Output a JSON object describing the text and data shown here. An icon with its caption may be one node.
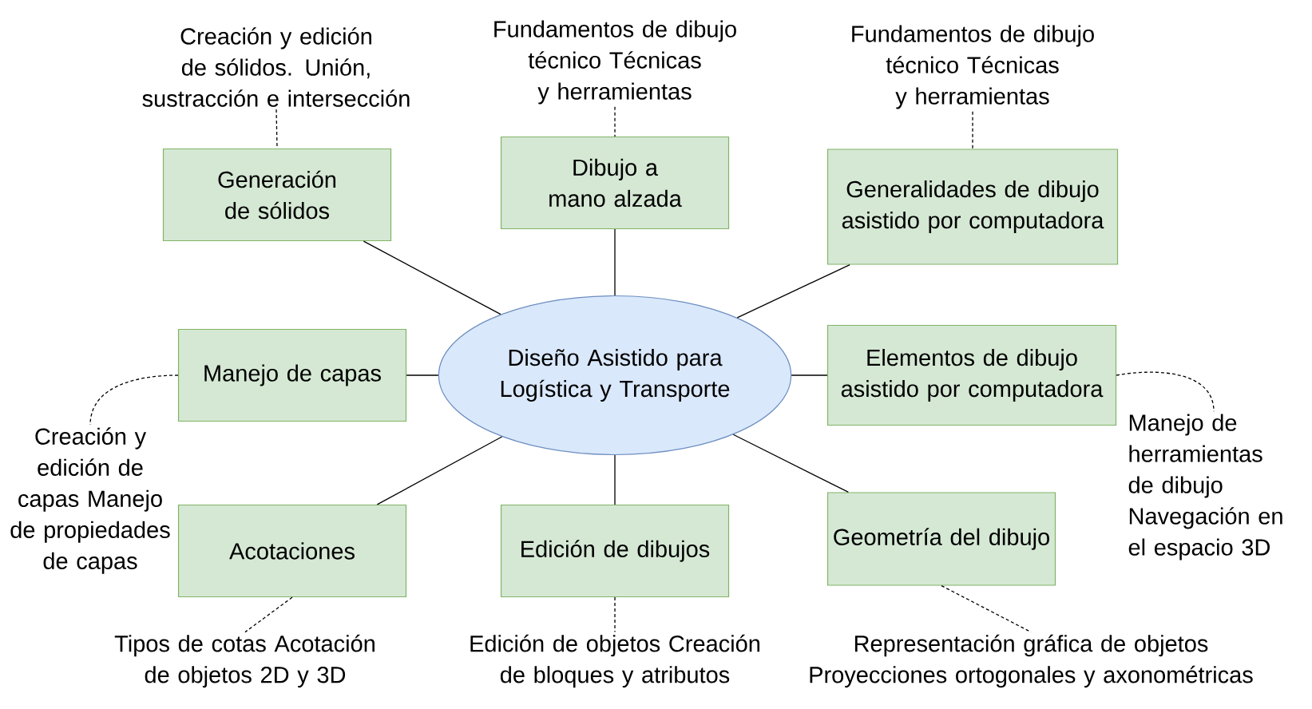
{
  "diagram": {
    "nodes": [
      {
        "text": [
          "Diseño Asistido para Logística y Transporte"
        ]
      },
      {
        "text": [
          "Generación de sólidos"
        ]
      },
      {
        "text": [
          "Dibujo a mano alzada"
        ]
      },
      {
        "text": [
          "Generalidades de dibujo asistido por computadora"
        ]
      },
      {
        "text": [
          "Manejo de capas"
        ]
      },
      {
        "text": [
          "Elementos de dibujo asistido por computadora"
        ]
      },
      {
        "text": [
          "Acotaciones"
        ]
      },
      {
        "text": [
          "Edición de dibujos"
        ]
      },
      {
        "text": [
          "Geometría del dibujo"
        ]
      },
      {
        "text": [
          "Creación y edición de sólidos. Unión, sustracción e intersección"
        ]
      },
      {
        "text": [
          "Fundamentos de dibujo técnico Técnicas y herramientas"
        ]
      },
      {
        "text": [
          "Fundamentos de dibujo técnico Técnicas y herramientas"
        ]
      },
      {
        "text": [
          "Creación y edición de capas Manejo de propiedades de capas"
        ]
      },
      {
        "text": [
          "Manejo de herramientas de dibujo Navegación en el espacio 3D"
        ]
      },
      {
        "text": [
          "Tipos de cotas Acotación de objetos 2D y 3D"
        ]
      },
      {
        "text": [
          "Edición de objetos Creación de bloques y atributos"
        ]
      },
      {
        "text": [
          "Representación gráfica de objetos Proyecciones ortogonales y axonométricas"
        ]
      }
    ],
    "edges": [
      {
        "from": 0,
        "to": 1,
        "arrow": "none"
      },
      {
        "from": 0,
        "to": 2,
        "arrow": "none"
      },
      {
        "from": 0,
        "to": 3,
        "arrow": "none"
      },
      {
        "from": 0,
        "to": 4,
        "arrow": "none"
      },
      {
        "from": 0,
        "to": 5,
        "arrow": "none"
      },
      {
        "from": 0,
        "to": 6,
        "arrow": "none"
      },
      {
        "from": 0,
        "to": 7,
        "arrow": "none"
      },
      {
        "from": 0,
        "to": 8,
        "arrow": "none"
      },
      {
        "from": 9,
        "to": 1,
        "arrow": "none",
        "style": "dashed"
      },
      {
        "from": 10,
        "to": 2,
        "arrow": "none",
        "style": "dashed"
      },
      {
        "from": 11,
        "to": 3,
        "arrow": "none",
        "style": "dashed"
      },
      {
        "from": 4,
        "to": 12,
        "arrow": "none",
        "style": "dashed"
      },
      {
        "from": 5,
        "to": 13,
        "arrow": "none",
        "style": "dashed"
      },
      {
        "from": 6,
        "to": 14,
        "arrow": "none",
        "style": "dashed"
      },
      {
        "from": 7,
        "to": 15,
        "arrow": "none",
        "style": "dashed"
      },
      {
        "from": 8,
        "to": 16,
        "arrow": "none",
        "style": "dashed"
      }
    ]
  }
}
